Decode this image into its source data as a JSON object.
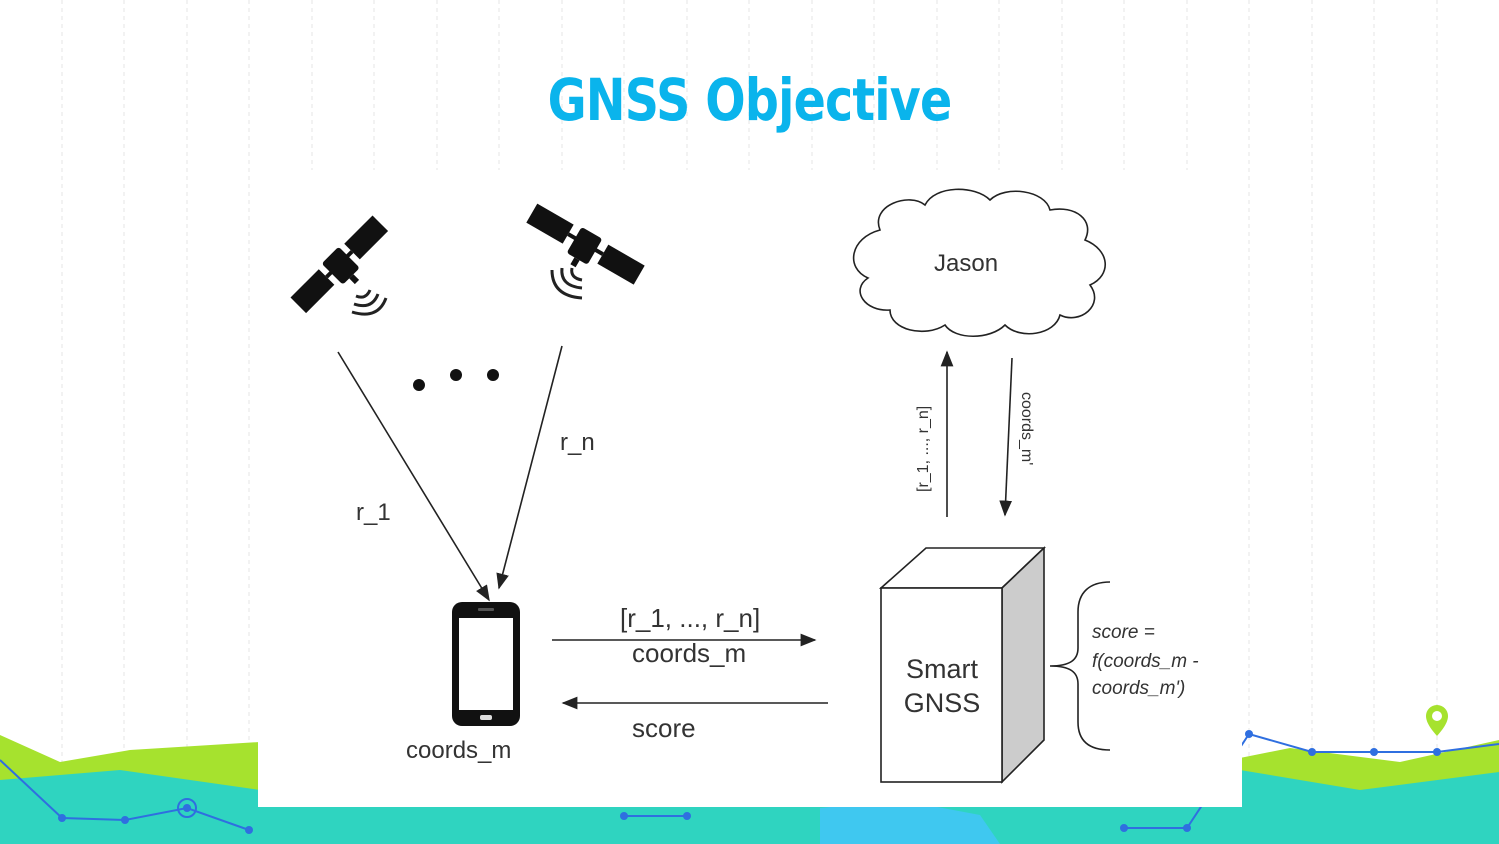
{
  "slide": {
    "title": "GNSS Objective"
  },
  "colors": {
    "title": "#0ab4ec",
    "lime": "#a6e22e",
    "teal": "#2fd4c0",
    "sky": "#3fc8f0",
    "network_line": "#2f6fe0"
  },
  "diagram": {
    "signal_r1": "r_1",
    "signal_rn": "r_n",
    "phone_label": "coords_m",
    "cloud_label": "Jason",
    "up_arrow_label": "[r_1, ..., r_n]",
    "down_arrow_label": "coords_m'",
    "request_line1": "[r_1, ..., r_n]",
    "request_line2": "coords_m",
    "response_label": "score",
    "box_label_line1": "Smart",
    "box_label_line2": "GNSS",
    "formula_line1": "score =",
    "formula_line2": "f(coords_m -",
    "formula_line3": "coords_m')"
  },
  "icons": [
    "satellite-icon",
    "smartphone-icon",
    "cloud-icon",
    "server-box-icon",
    "location-pin-icon"
  ]
}
